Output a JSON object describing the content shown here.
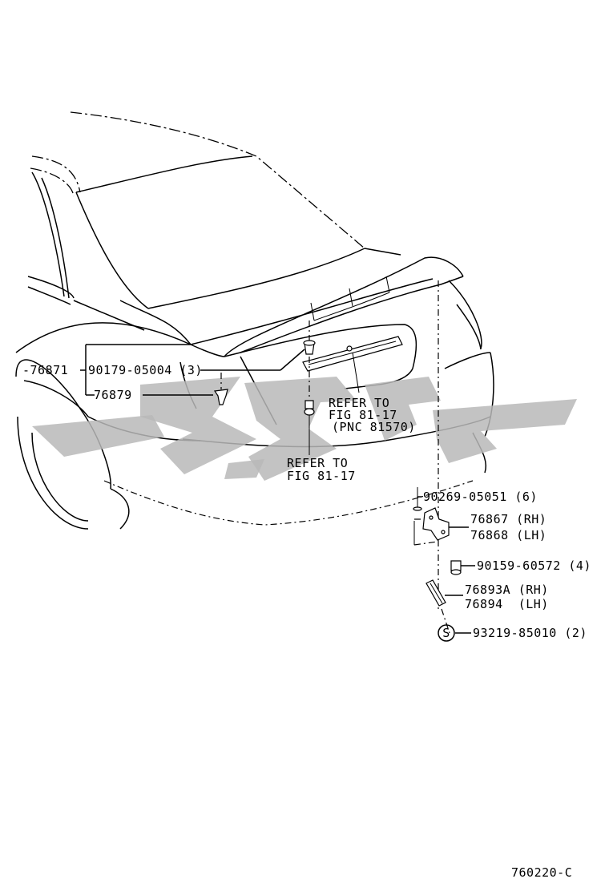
{
  "callouts": {
    "p76871": "76871",
    "p90179": "90179-05004 (3)",
    "p76879": "76879",
    "refer_lamp": [
      "REFER TO",
      "FIG 81-17",
      "(PNC 81570)"
    ],
    "refer_bolt": [
      "REFER TO",
      "FIG 81-17"
    ],
    "p90269": "90269-05051 (6)",
    "p76867": "76867 (RH)",
    "p76868": "76868 (LH)",
    "p90159": "90159-60572 (4)",
    "p76893a": "76893A (RH)",
    "p76894": "76894  (LH)",
    "s_symbol": "S",
    "p93219": "93219-85010 (2)"
  },
  "figure_code": "760220-C",
  "colors": {
    "line": "#000000",
    "watermark": "#b9b9b9",
    "background": "#ffffff"
  }
}
